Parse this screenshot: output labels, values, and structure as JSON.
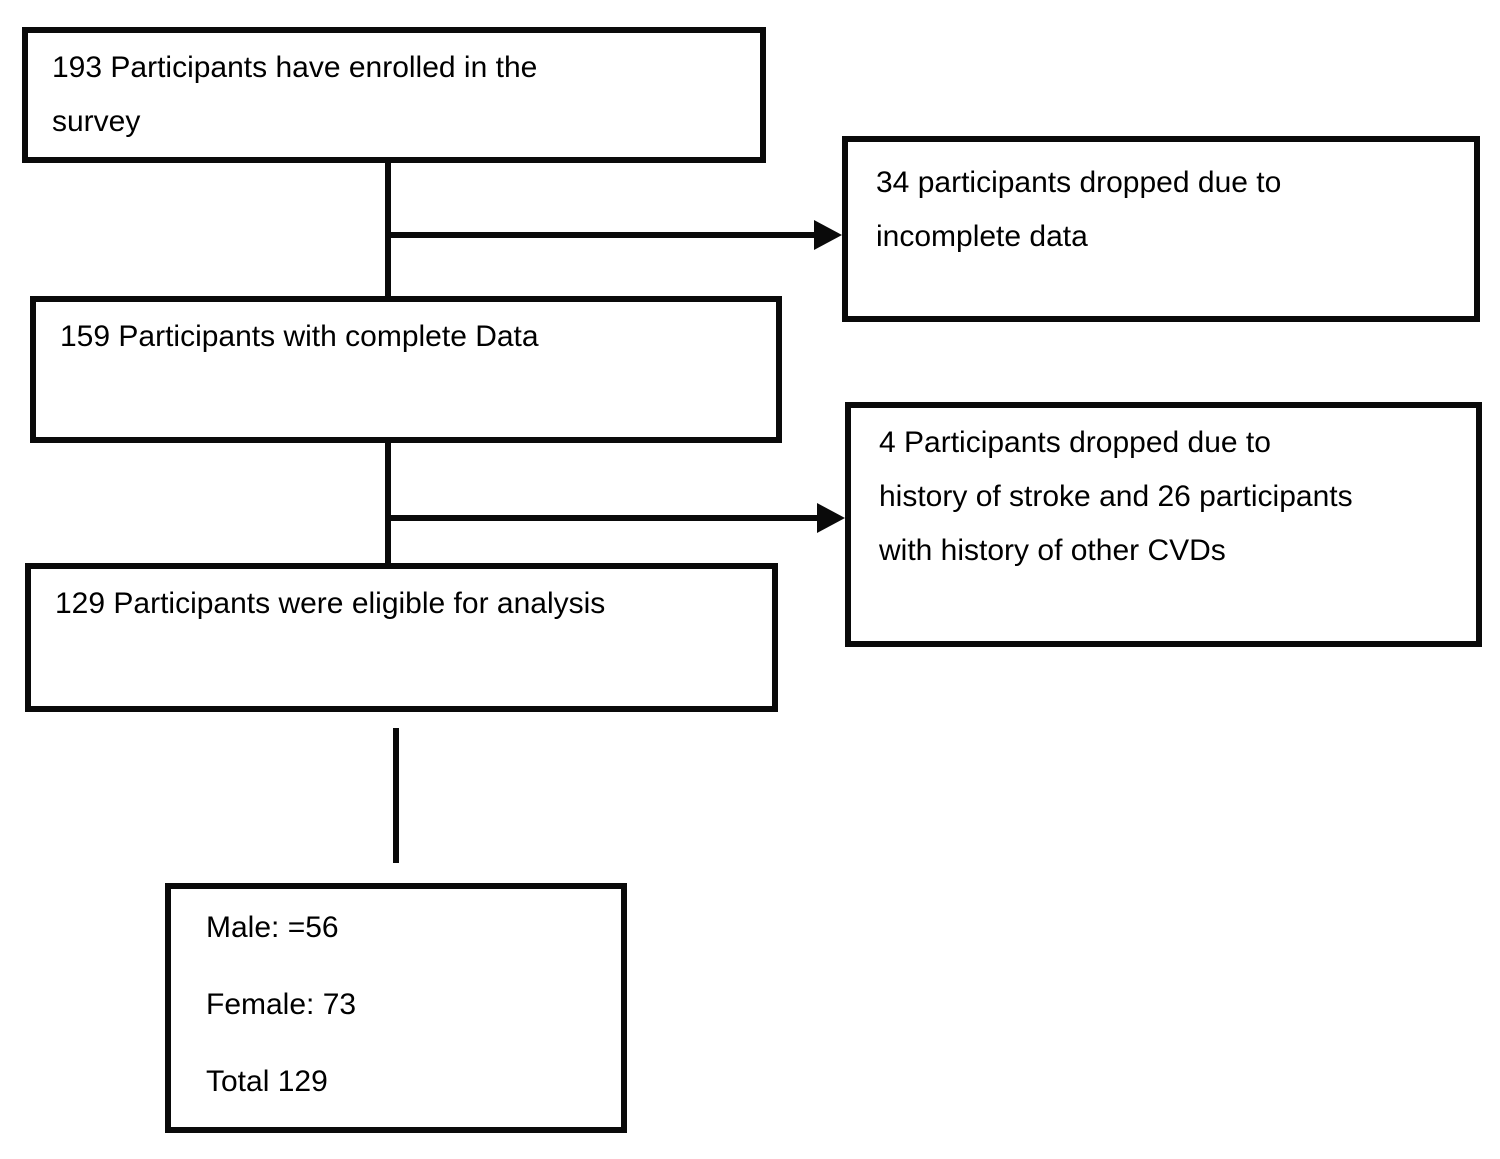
{
  "diagram": {
    "type": "participant-flowchart",
    "colors": {
      "line": "#0a0a0a",
      "text": "#000000",
      "background": "#ffffff"
    },
    "flow_boxes": [
      {
        "id": "enrolled",
        "text": "193 Participants have enrolled in the\nsurvey"
      },
      {
        "id": "complete-data",
        "text": "159 Participants with complete Data"
      },
      {
        "id": "eligible",
        "text": "129 Participants were eligible for analysis"
      }
    ],
    "exclusion_boxes": [
      {
        "id": "dropped-incomplete",
        "text": "34 participants dropped due to\nincomplete data"
      },
      {
        "id": "dropped-cvd",
        "text": "4 Participants dropped due to\nhistory of stroke and 26 participants\nwith history of other CVDs"
      }
    ],
    "summary_box": {
      "lines": [
        "Male: =56",
        "Female: 73",
        "Total 129"
      ]
    }
  }
}
